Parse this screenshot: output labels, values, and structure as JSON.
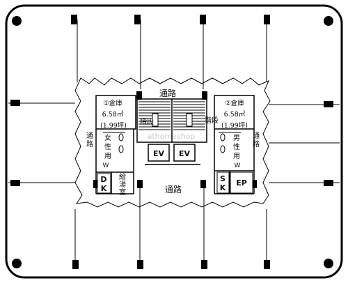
{
  "labels": {
    "corridor_top": "通路",
    "corridor_bottom": "通路",
    "corridor_left": [
      "通",
      "路"
    ],
    "corridor_right": [
      "通",
      "路"
    ],
    "stairs_left": "階段",
    "stairs_right": "階段",
    "ev1": "EV",
    "ev2": "EV",
    "storage_left": {
      "id": "①倉庫",
      "area": "6.58㎡",
      "tsubo": "(1.99坪)"
    },
    "storage_right": {
      "id": "②倉庫",
      "area": "6.58㎡",
      "tsubo": "(1.99坪)"
    },
    "wc_female": [
      "女",
      "性",
      "用"
    ],
    "wc_male": [
      "男",
      "性",
      "用"
    ],
    "w_left": "W",
    "w_right": "W",
    "dk": [
      "D",
      "K"
    ],
    "sk": [
      "S",
      "K"
    ],
    "kyutoshitsu": [
      "給",
      "湯",
      "室"
    ],
    "ep": "EP",
    "watermark": "athomeshop"
  }
}
